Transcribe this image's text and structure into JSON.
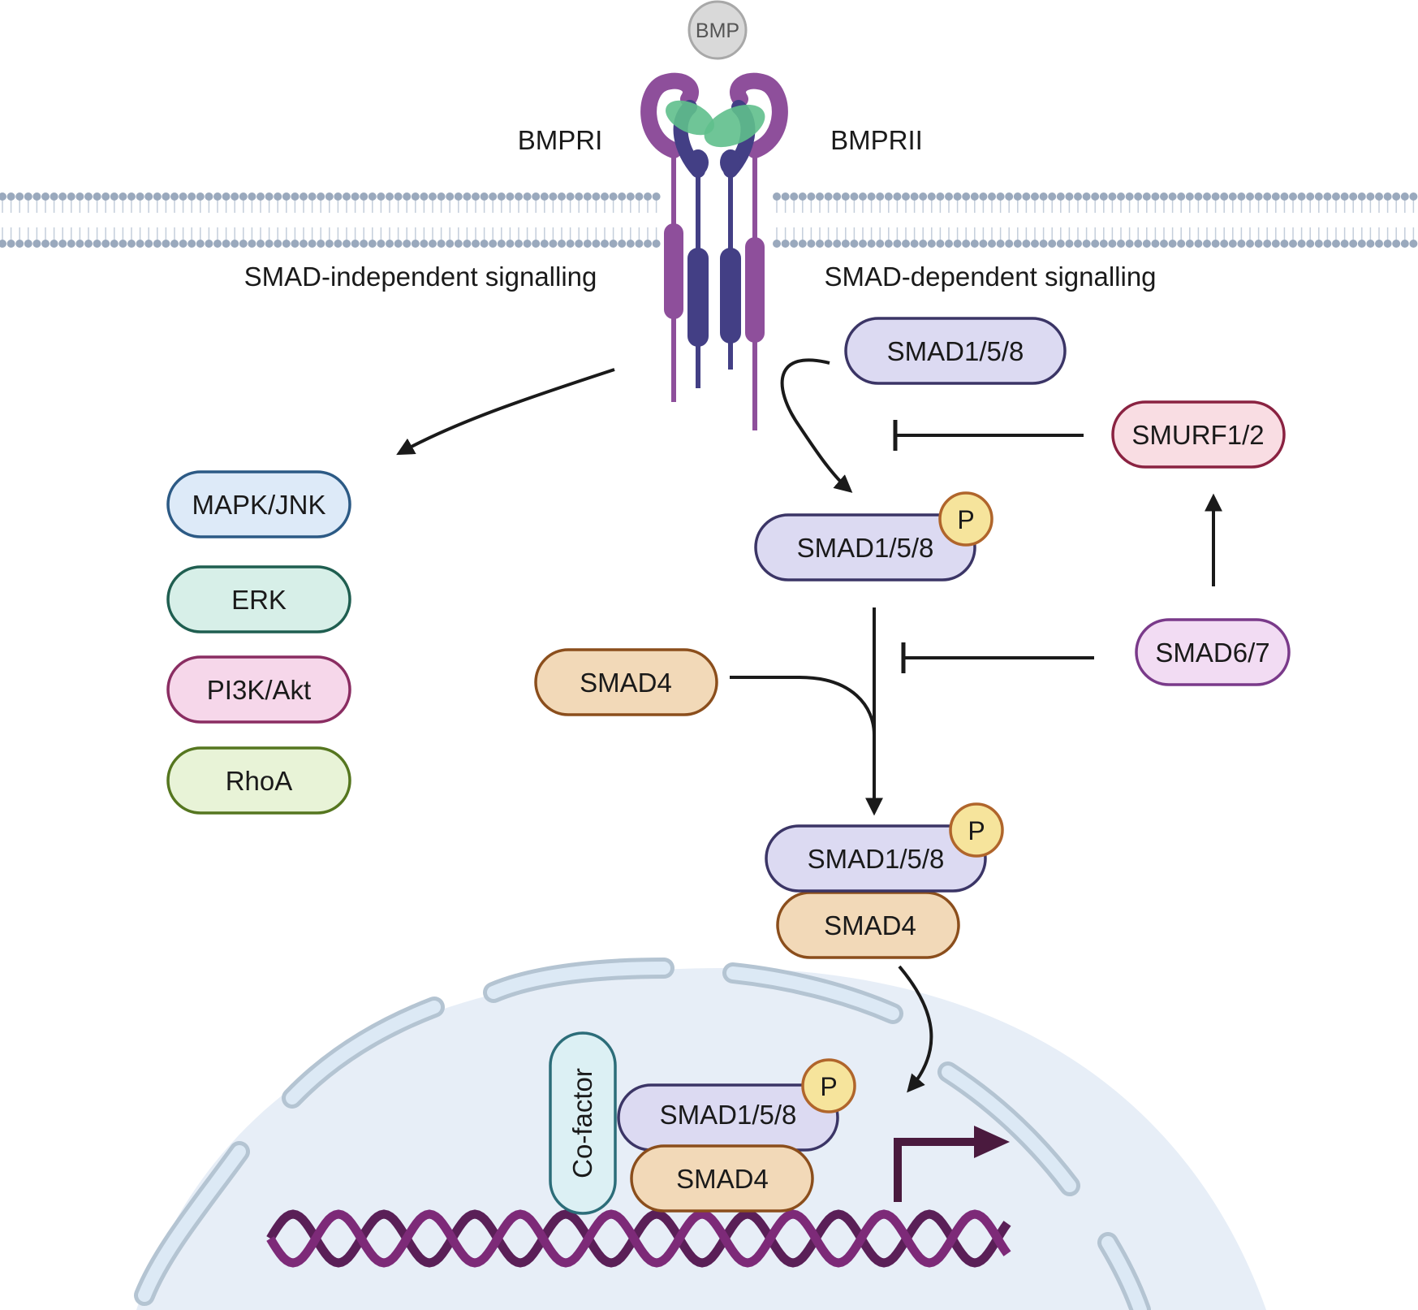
{
  "ligand": {
    "label": "BMP"
  },
  "receptors": {
    "type1_label": "BMPRI",
    "type2_label": "BMPRII"
  },
  "section_labels": {
    "independent": "SMAD-independent signalling",
    "dependent": "SMAD-dependent signalling"
  },
  "independent_pathways": [
    {
      "label": "MAPK/JNK",
      "fill": "#ddeaf8",
      "stroke": "#2c5a85"
    },
    {
      "label": "ERK",
      "fill": "#d7efe8",
      "stroke": "#1f5e50"
    },
    {
      "label": "PI3K/Akt",
      "fill": "#f6d7ea",
      "stroke": "#8a2d62"
    },
    {
      "label": "RhoA",
      "fill": "#e8f3d7",
      "stroke": "#55761f"
    }
  ],
  "nodes": {
    "smad158_unphos": "SMAD1/5/8",
    "smurf": "SMURF1/2",
    "smad158_phos": "SMAD1/5/8",
    "smad4": "SMAD4",
    "smad67": "SMAD6/7",
    "complex_smad158": "SMAD1/5/8",
    "complex_smad4": "SMAD4",
    "nuclear_smad158": "SMAD1/5/8",
    "nuclear_smad4": "SMAD4",
    "cofactor": "Co-factor"
  },
  "phospho_label": "P",
  "colors": {
    "smad158_fill": "#dcdaf2",
    "smad158_stroke": "#3b3566",
    "smad4_fill": "#f2d9b8",
    "smad4_stroke": "#8b4e1c",
    "smurf_fill": "#f9dde3",
    "smurf_stroke": "#8a2241",
    "smad67_fill": "#f2dcf3",
    "smad67_stroke": "#7a3a8a",
    "phospho_fill": "#f6e49c",
    "phospho_stroke": "#b0652b",
    "cofactor_fill": "#dcf0f4",
    "cofactor_stroke": "#2c6d79",
    "membrane": "#9aa9bd",
    "receptor_type2": "#8e4f9b",
    "receptor_type1": "#433f85",
    "receptor_green": "#5fbf8c",
    "dna": "#7d2a78",
    "nucleus_fill": "#e7eef7",
    "envelope": "#b4c4d2",
    "arrow": "#1a1a1a",
    "tss_arrow": "#4a1a3e"
  }
}
